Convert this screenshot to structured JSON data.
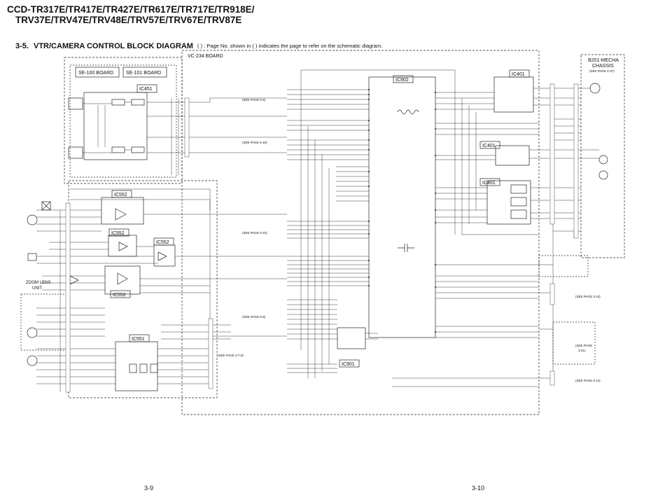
{
  "title": {
    "line1": "CCD-TR317E/TR417E/TR427E/TR617E/TR717E/TR918E/",
    "line2": "TRV37E/TRV47E/TRV48E/TRV57E/TRV67E/TRV87E"
  },
  "section": {
    "number": "3-5.",
    "name": "VTR/CAMERA CONTROL BLOCK DIAGRAM",
    "note": "( ) : Page No. shown in ( ) indicates the page to refer on the schematic diagram."
  },
  "boards": {
    "vc234": "VC-234 BOARD",
    "se100": "SE-100 BOARD",
    "se101": "SE-101 BOARD",
    "mecha1": "B201-MECHA",
    "mecha2": "CHASSIS",
    "mecha_ref": "(SEE PAGE 4-37)"
  },
  "ics": {
    "ic451": "IC451",
    "ic552a": "IC552",
    "ic552b": "IC552",
    "ic552c": "IC552",
    "ic552d": "IC552",
    "ic551": "IC551",
    "ic902": "IC902",
    "ic901": "IC901",
    "ic401a": "IC401",
    "ic401b": "IC401",
    "ic401c": "IC401"
  },
  "labels": {
    "zoom1": "ZOOM LENS",
    "zoom2": "UNIT",
    "ref1": "(SEE PAGE 5-6)",
    "ref2": "(SEE PAGE 5-10)",
    "ref3": "(SEE PAGE 5-10)",
    "ref4": "(SEE PAGE 5-9)",
    "ref5": "(SEE PAGE 3-7,8)",
    "ref6": "(SEE PAGE 3-14)",
    "ref7a": "(SEE PAGE",
    "ref7b": "3-21)",
    "ref8": "(SEE PAGE 3-14)"
  },
  "pages": {
    "left": "3-9",
    "right": "3-10"
  }
}
